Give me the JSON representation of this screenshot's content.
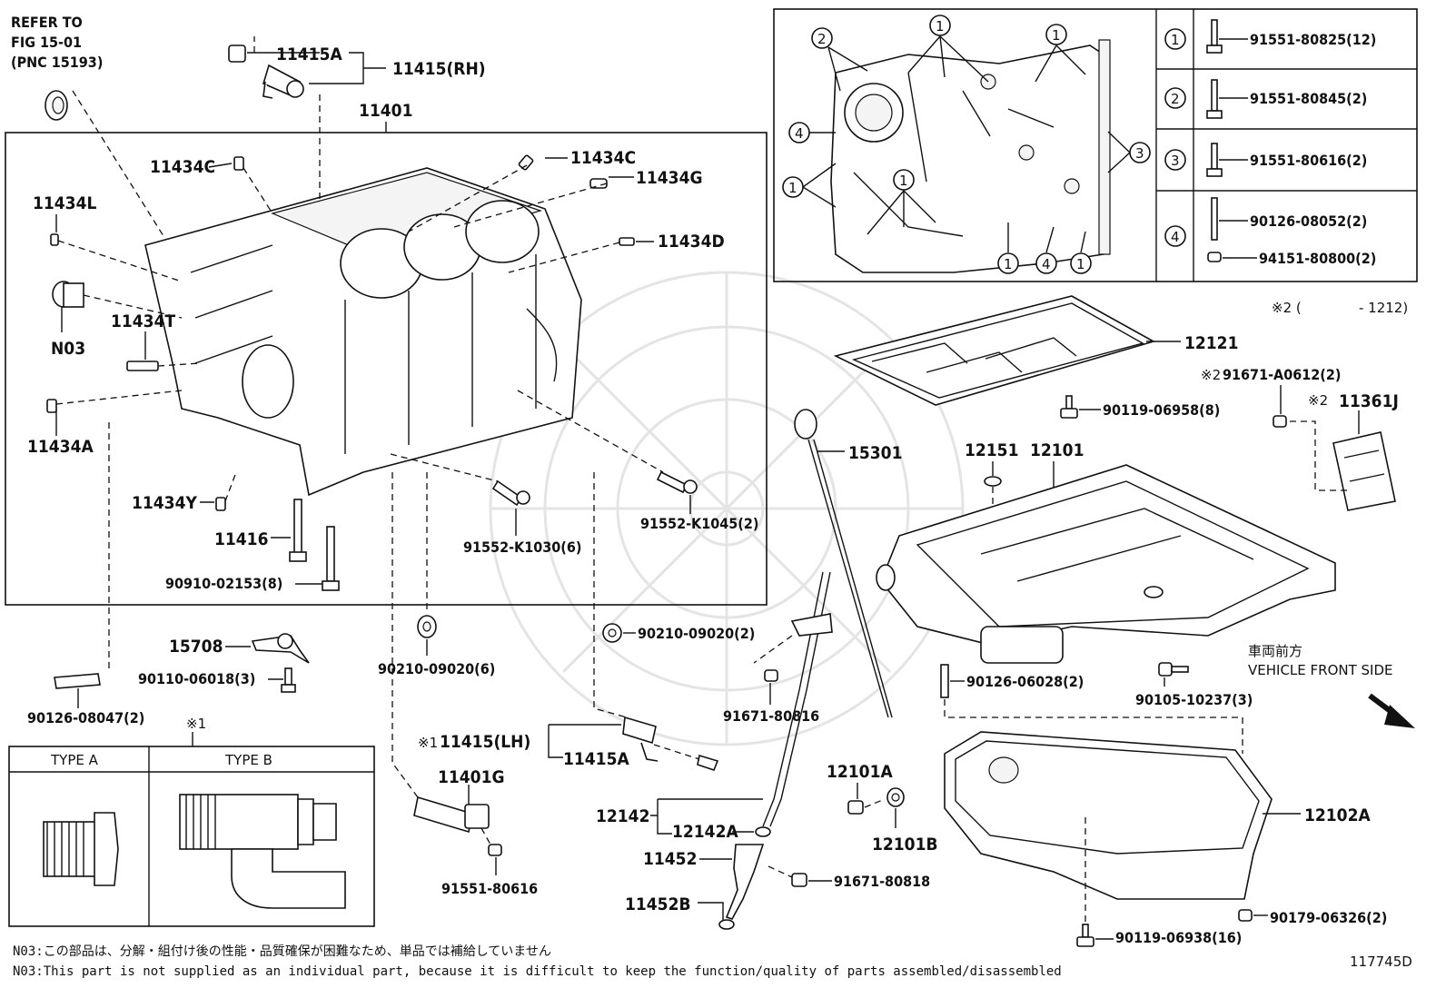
{
  "refer": {
    "line1": "REFER TO",
    "line2": "FIG 15-01",
    "line3": "(PNC 15193)"
  },
  "labels": {
    "p11415A_top": "11415A",
    "p11415RH": "11415(RH)",
    "p11401": "11401",
    "p11434C_left": "11434C",
    "p11434C_right": "11434C",
    "p11434G": "11434G",
    "p11434L": "11434L",
    "p11434D": "11434D",
    "pN03": "N03",
    "p11434T": "11434T",
    "p11434A": "11434A",
    "p11434Y": "11434Y",
    "p11416": "11416",
    "p90910": "90910-02153(8)",
    "p91552K1030": "91552-K1030(6)",
    "p91552K1045": "91552-K1045(2)",
    "p15708": "15708",
    "p90110": "90110-06018(3)",
    "p90210_6": "90210-09020(6)",
    "p90210_2": "90210-09020(2)",
    "p90126_08047": "90126-08047(2)",
    "mark1": "※1",
    "p11415LH": "11415(LH)",
    "p11415A_bottom": "11415A",
    "p11401G": "11401G",
    "p91551_80616": "91551-80616",
    "p15301": "15301",
    "p91671_80816": "91671-80816",
    "p12142": "12142",
    "p12142A": "12142A",
    "p11452": "11452",
    "p11452B": "11452B",
    "p91671_80818": "91671-80818",
    "p12121": "12121",
    "p90119_06958": "90119-06958(8)",
    "mark2a": "※2 (",
    "mark2a_tail": "- 1212)",
    "p91671_A0612": "91671-A0612(2)",
    "mark2b": "※2",
    "mark2c": "※2",
    "p11361J": "11361J",
    "p12151": "12151",
    "p12101": "12101",
    "p90105": "90105-10237(3)",
    "p90126_06028": "90126-06028(2)",
    "p12101A": "12101A",
    "p12101B": "12101B",
    "p12102A": "12102A",
    "p90179": "90179-06326(2)",
    "p90119_06938": "90119-06938(16)",
    "vehicle_jp": "車両前方",
    "vehicle_en": "VEHICLE FRONT SIDE",
    "fig_id": "117745D"
  },
  "type_box": {
    "type_a": "TYPE A",
    "type_b": "TYPE B"
  },
  "bolt_table": [
    {
      "num": "1",
      "part": "91551-80825(12)"
    },
    {
      "num": "2",
      "part": "91551-80845(2)"
    },
    {
      "num": "3",
      "part": "91551-80616(2)"
    },
    {
      "num": "4",
      "part": "90126-08052(2)",
      "part2": "94151-80800(2)"
    }
  ],
  "inset_callouts": {
    "c1": "1",
    "c2": "2",
    "c3": "3",
    "c4": "4"
  },
  "notes": {
    "jp": "N03:この部品は、分解・組付け後の性能・品質確保が困難なため、単品では補給していません",
    "en": "N03:This part is not supplied as an individual part, because it is difficult to keep the function/quality of parts assembled/disassembled"
  }
}
